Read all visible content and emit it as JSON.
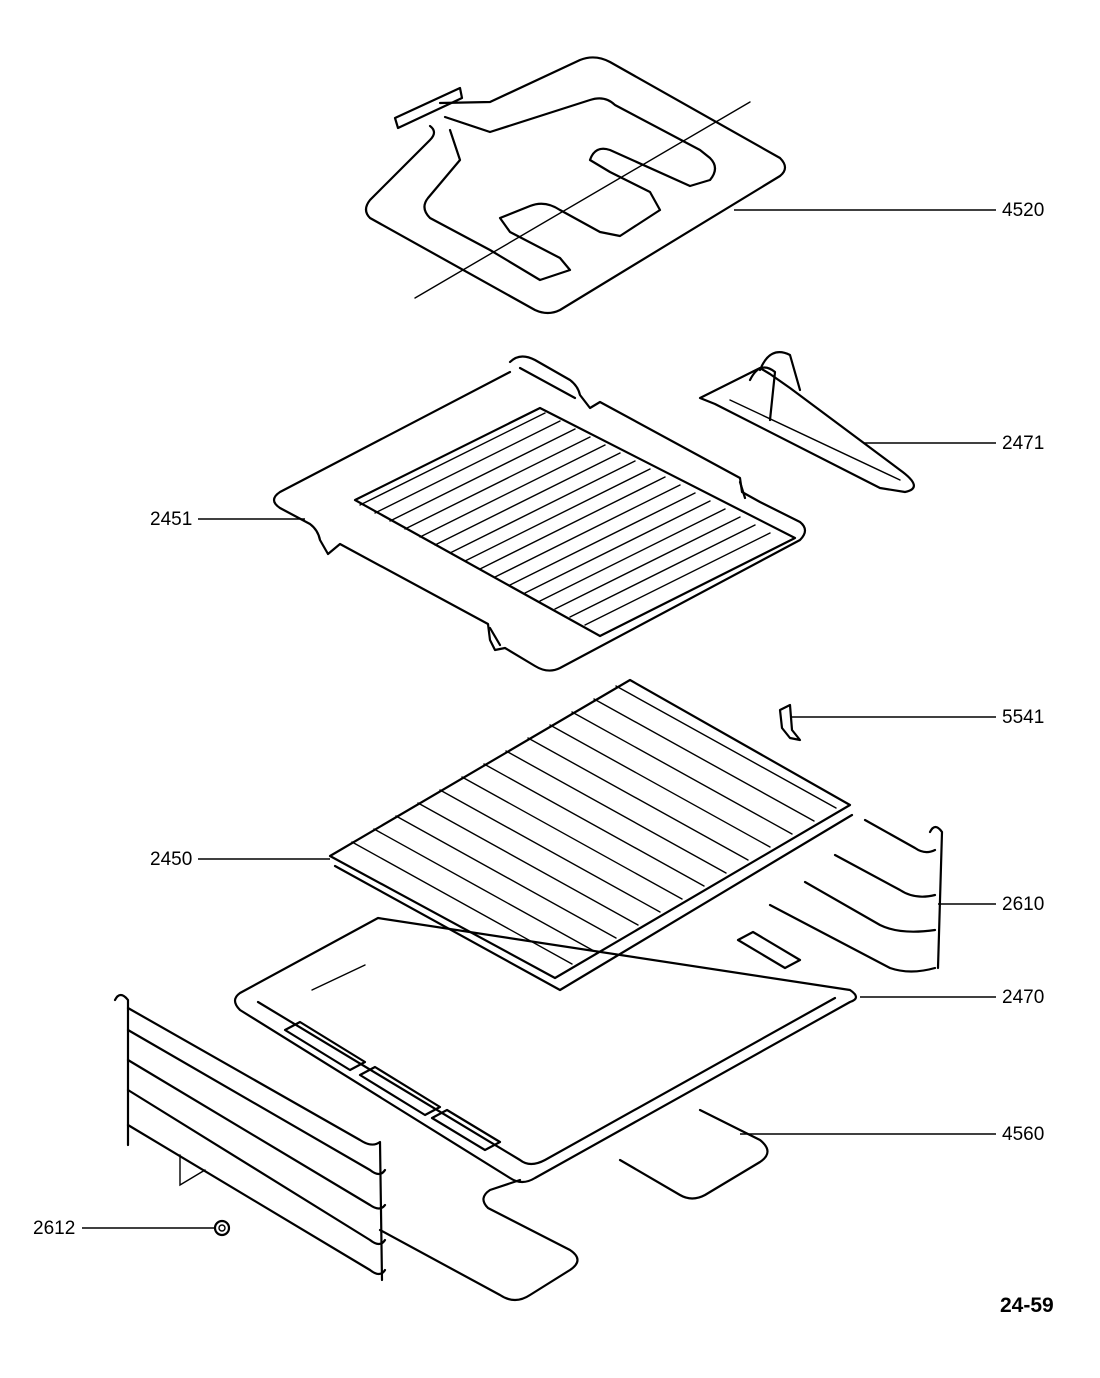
{
  "parts": [
    {
      "id": "p4520",
      "number": "4520"
    },
    {
      "id": "p2471",
      "number": "2471"
    },
    {
      "id": "p2451",
      "number": "2451"
    },
    {
      "id": "p5541",
      "number": "5541"
    },
    {
      "id": "p2450",
      "number": "2450"
    },
    {
      "id": "p2610",
      "number": "2610"
    },
    {
      "id": "p2470",
      "number": "2470"
    },
    {
      "id": "p4560",
      "number": "4560"
    },
    {
      "id": "p2612",
      "number": "2612"
    }
  ],
  "diagram_code": "24-59"
}
